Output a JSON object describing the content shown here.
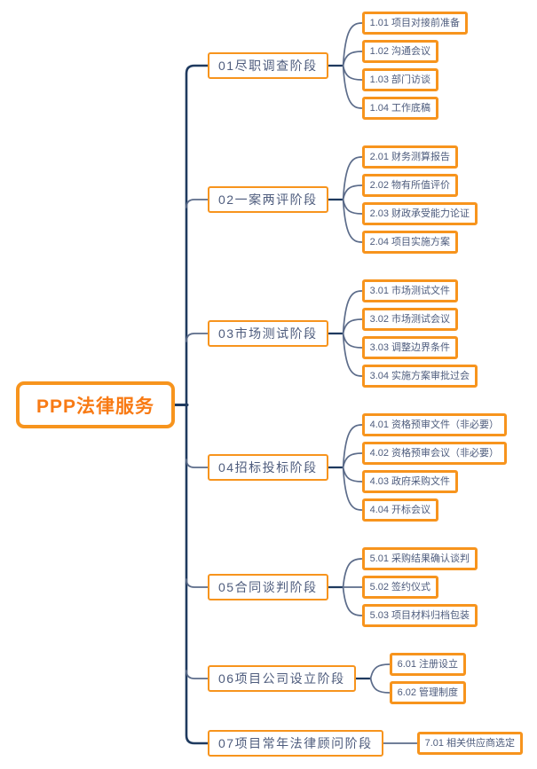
{
  "colors": {
    "accent": "#F7941D",
    "root_text": "#F87A14",
    "node_text": "#4E5C7D",
    "trunk": "#1F3A5F",
    "line": "#5C6C8A",
    "background": "#FFFFFF"
  },
  "mindmap": {
    "root": {
      "label": "PPP法律服务"
    },
    "branches": [
      {
        "label": "01尽职调查阶段",
        "children": [
          {
            "label": "1.01 项目对接前准备"
          },
          {
            "label": "1.02 沟通会议"
          },
          {
            "label": "1.03 部门访谈"
          },
          {
            "label": "1.04 工作底稿"
          }
        ]
      },
      {
        "label": "02一案两评阶段",
        "children": [
          {
            "label": "2.01 财务测算报告"
          },
          {
            "label": "2.02 物有所值评价"
          },
          {
            "label": "2.03 财政承受能力论证"
          },
          {
            "label": "2.04 项目实施方案"
          }
        ]
      },
      {
        "label": "03市场测试阶段",
        "children": [
          {
            "label": "3.01 市场测试文件"
          },
          {
            "label": "3.02 市场测试会议"
          },
          {
            "label": "3.03 调整边界条件"
          },
          {
            "label": "3.04 实施方案审批过会"
          }
        ]
      },
      {
        "label": "04招标投标阶段",
        "children": [
          {
            "label": "4.01 资格预审文件（非必要）"
          },
          {
            "label": "4.02 资格预审会议（非必要）"
          },
          {
            "label": "4.03 政府采购文件"
          },
          {
            "label": "4.04 开标会议"
          }
        ]
      },
      {
        "label": "05合同谈判阶段",
        "children": [
          {
            "label": "5.01 采购结果确认谈判"
          },
          {
            "label": "5.02 签约仪式"
          },
          {
            "label": "5.03 项目材料归档包装"
          }
        ]
      },
      {
        "label": "06项目公司设立阶段",
        "children": [
          {
            "label": "6.01 注册设立"
          },
          {
            "label": "6.02 管理制度"
          }
        ]
      },
      {
        "label": "07项目常年法律顾问阶段",
        "children": [
          {
            "label": "7.01 相关供应商选定"
          }
        ]
      }
    ]
  }
}
